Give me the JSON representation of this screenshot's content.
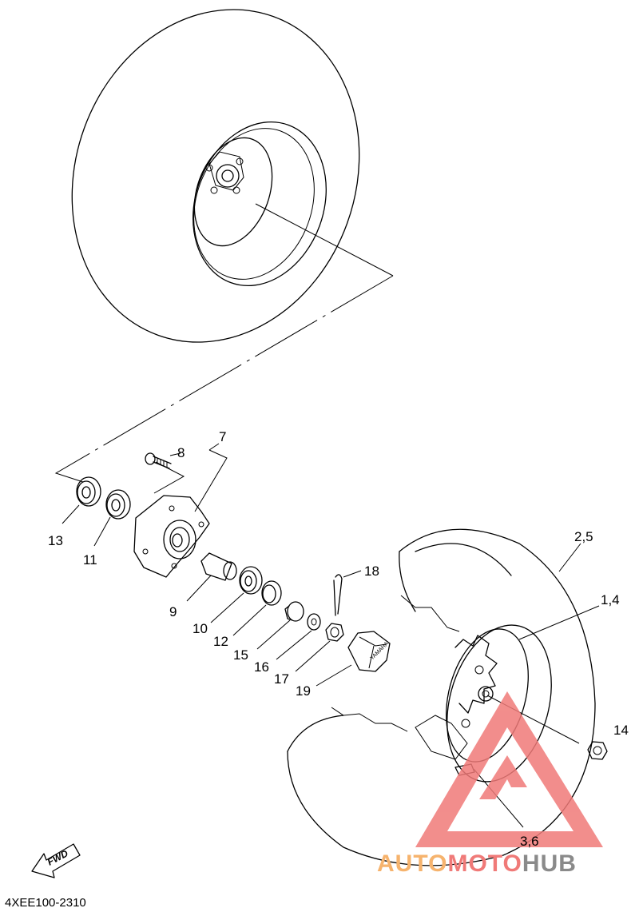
{
  "diagram": {
    "callouts": [
      {
        "id": "c13",
        "text": "13"
      },
      {
        "id": "c11",
        "text": "11"
      },
      {
        "id": "c8",
        "text": "8"
      },
      {
        "id": "c7",
        "text": "7"
      },
      {
        "id": "c9",
        "text": "9"
      },
      {
        "id": "c10",
        "text": "10"
      },
      {
        "id": "c12",
        "text": "12"
      },
      {
        "id": "c15",
        "text": "15"
      },
      {
        "id": "c16",
        "text": "16"
      },
      {
        "id": "c17",
        "text": "17"
      },
      {
        "id": "c18",
        "text": "18"
      },
      {
        "id": "c19",
        "text": "19"
      },
      {
        "id": "c25",
        "text": "2,5"
      },
      {
        "id": "c14a",
        "text": "1,4"
      },
      {
        "id": "c14",
        "text": "14"
      },
      {
        "id": "c36",
        "text": "3,6"
      }
    ],
    "fwd_label": "FWD",
    "diagram_code": "4XEE100-2310",
    "cap_logo": "YAMAHA"
  },
  "watermark": {
    "part1": "AUTO",
    "part2": "MOTO",
    "part3": "HUB",
    "colors": {
      "orange": "#f6b36d",
      "red": "#f07a78",
      "gray": "#8a8a8a"
    }
  }
}
